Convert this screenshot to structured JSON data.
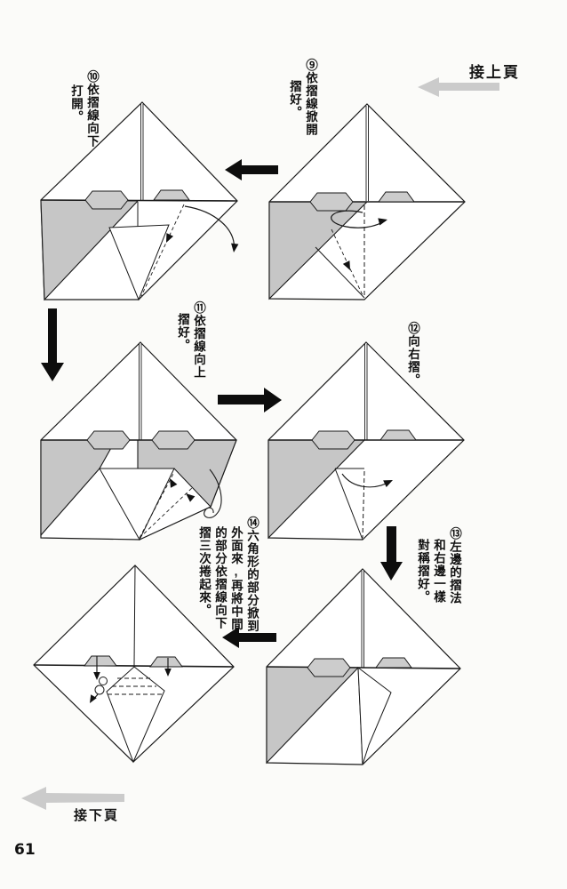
{
  "page": {
    "number": "61"
  },
  "nav": {
    "prev_label": "接上頁",
    "next_label": "接下頁"
  },
  "steps": [
    {
      "id": "9",
      "lines": [
        "⑨依摺線掀開",
        "摺好。"
      ]
    },
    {
      "id": "10",
      "lines": [
        "⑩依摺線向下",
        "打開。"
      ]
    },
    {
      "id": "11",
      "lines": [
        "⑪依摺線向上",
        "摺好。"
      ]
    },
    {
      "id": "12",
      "lines": [
        "⑫向右摺。"
      ]
    },
    {
      "id": "13",
      "lines": [
        "⑬左邊的摺法",
        "和右邊一樣",
        "對稱摺好。"
      ]
    },
    {
      "id": "14",
      "lines": [
        "⑭六角形的部分掀到",
        "外面來,再將中間",
        "的部分依摺線向下",
        "摺三次捲起來。"
      ]
    }
  ],
  "colors": {
    "paper_shade": "#c6c6c6",
    "tab_shade": "#cccccc",
    "line": "#1a1a1a",
    "black_arrow": "#0d0d0d",
    "gray_arrow": "#cbcbcb"
  }
}
